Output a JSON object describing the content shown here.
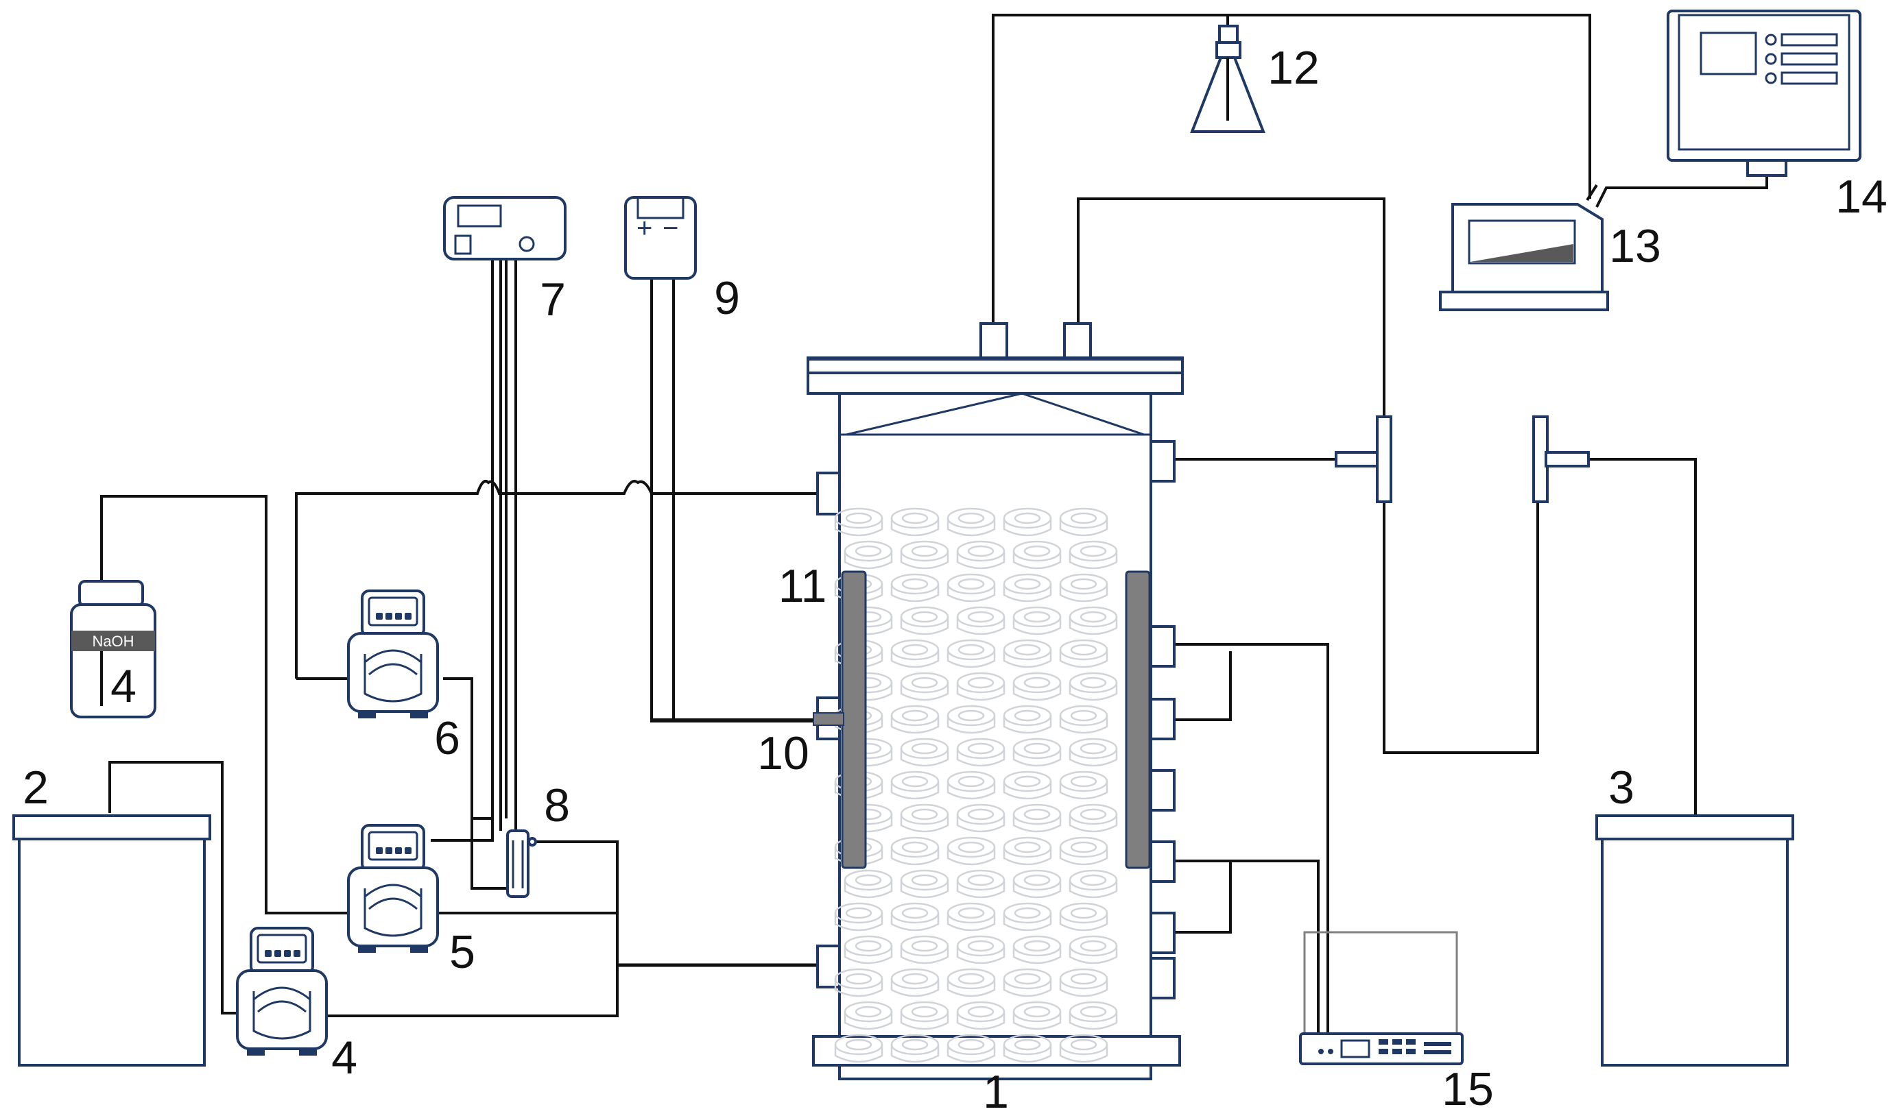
{
  "diagram": {
    "labels": {
      "reactor": "1",
      "tank_left": "2",
      "tank_right": "3",
      "pump_naoh": "4",
      "naoh_bottle": "4",
      "pump_5": "5",
      "pump_6": "6",
      "unit_7": "7",
      "unit_8": "8",
      "unit_9": "9",
      "port_10": "10",
      "electrode_11": "11",
      "flask_12": "12",
      "meter_13": "13",
      "computer_14": "14",
      "logger_15": "15"
    },
    "naoh_label": "NaOH",
    "colors": {
      "equipment_outline": "#1f3864",
      "tubing": "#111111",
      "electrode": "#7f7f7f",
      "carrier_media": "#d0d3d8"
    }
  }
}
